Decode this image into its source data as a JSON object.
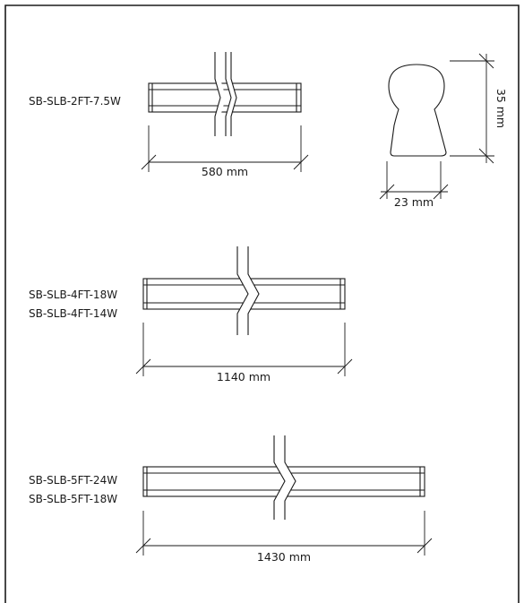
{
  "products": [
    {
      "models": [
        "SB-SLB-2FT-7.5W"
      ],
      "length_label": "580 mm"
    },
    {
      "models": [
        "SB-SLB-4FT-18W",
        "SB-SLB-4FT-14W"
      ],
      "length_label": "1140 mm"
    },
    {
      "models": [
        "SB-SLB-5FT-24W",
        "SB-SLB-5FT-18W"
      ],
      "length_label": "1430 mm"
    }
  ],
  "profile": {
    "height_label": "35 mm",
    "width_label": "23 mm"
  }
}
